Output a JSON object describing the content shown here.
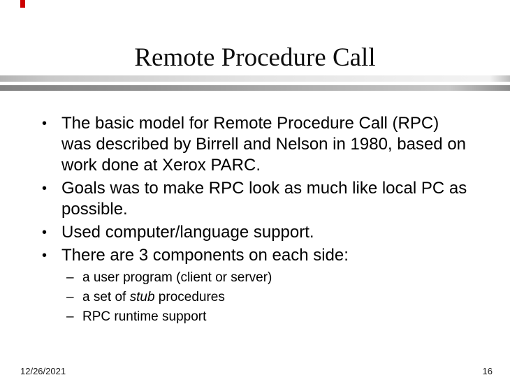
{
  "slide": {
    "title": "Remote Procedure Call",
    "bullet_char": "•",
    "dash_char": "–",
    "bullets": [
      "The basic model for Remote Procedure Call (RPC)\nwas described by Birrell and Nelson in 1980, based on\nwork done at Xerox PARC.",
      "Goals was to make RPC look as much like local PC as\npossible.",
      "Used computer/language support.",
      "There are 3 components on each side:"
    ],
    "sub_bullets": [
      {
        "segments": [
          {
            "text": "a user program (client or server)",
            "style": "normal"
          }
        ]
      },
      {
        "segments": [
          {
            "text": "a set of ",
            "style": "normal"
          },
          {
            "text": "stub",
            "style": "italic"
          },
          {
            "text": " procedures",
            "style": "normal"
          }
        ]
      },
      {
        "segments": [
          {
            "text": "RPC runtime support",
            "style": "normal"
          }
        ]
      }
    ],
    "footer": {
      "date": "12/26/2021",
      "page_number": "16"
    },
    "decorations": {
      "red_marker_color": "#cc0000",
      "rule_top_colors": [
        "#b4b4b4",
        "#e4e4e4",
        "#f2f2f2",
        "#bdbdbd"
      ],
      "rule_bottom_colors": [
        "#828282",
        "#b2b2b2",
        "#c7c7c7",
        "#8d8d8d"
      ]
    }
  }
}
